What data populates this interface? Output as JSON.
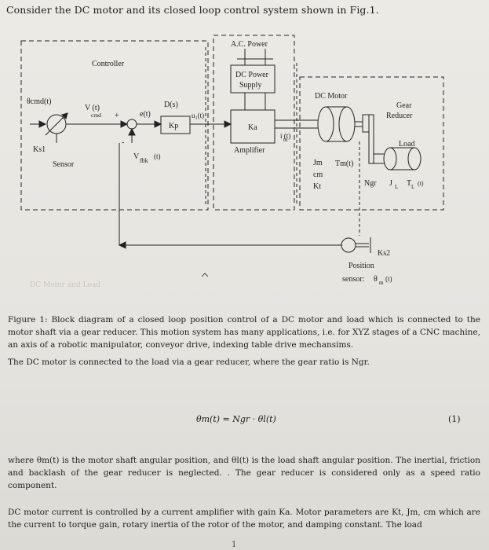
{
  "intro": "Consider the DC motor and its closed loop control system shown in Fig.1.",
  "diagram": {
    "controller_label": "Controller",
    "ac_power": "A.C. Power",
    "dc_power_supply_line1": "DC Power",
    "dc_power_supply_line2": "Supply",
    "dc_motor": "DC Motor",
    "gear_line1": "Gear",
    "gear_line2": "Reducer",
    "load": "Load",
    "theta_cmd": "θcmd(t)",
    "v_cmd": "V (t)",
    "v_cmd_sub": "cmd",
    "plus": "+",
    "minus": "-",
    "error": "e(t)",
    "ds": "D(s)",
    "kp": "Kp",
    "u1": "u₁(t)",
    "ka": "Ka",
    "amplifier": "Amplifier",
    "im": "i (t)",
    "im_sub": "m",
    "ks1": "Ks1",
    "sensor": "Sensor",
    "v_fbk": "V",
    "v_fbk_sub": "fbk",
    "v_fbk_t": "(t)",
    "jm": "Jm",
    "cm": "cm",
    "kt": "Kt",
    "tm": "Tm(t)",
    "ngr": "Ngr",
    "jl": "J",
    "jl_sub": "L",
    "tl": "T",
    "tl_sub": "L",
    "tl_t": "(t)",
    "ks2": "Ks2",
    "position": "Position",
    "pos_sensor": "sensor:",
    "theta_m": "θ",
    "theta_m_sub": "m",
    "theta_m_t": "(t)"
  },
  "caption": "Figure 1: Block diagram of a closed loop position control of a DC motor and load which is connected to the motor shaft via a gear reducer. This motion system has many applications, i.e. for XYZ stages of a CNC machine, an axis of a robotic manipulator, conveyor drive, indexing table drive mechansims.",
  "para1": "The DC motor is connected to the load via a gear reducer, where the gear ratio is Ngr.",
  "equation": "θm(t) = Ngr · θl(t)",
  "equation_number": "(1)",
  "para2": "where θm(t) is the motor shaft angular position, and θl(t) is the load shaft angular position. The inertial, friction and backlash of the gear reducer is neglected. . The gear reducer is considered only as a speed ratio component.",
  "para3": "DC motor current is controlled by a current amplifier with gain Ka. Motor parameters are Kt, Jm, cm which are the current to torque gain, rotary inertia of the rotor of the motor, and damping constant. The load",
  "page_number": "1",
  "handwritten_note": "DC Motor and Load"
}
